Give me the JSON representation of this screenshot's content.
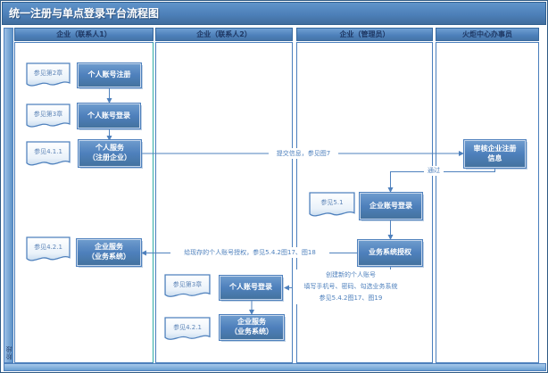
{
  "title": "统一注册与单点登录平台流程图",
  "phase": {
    "label": "阶段"
  },
  "lanes": [
    {
      "label": "企业（联系人1）"
    },
    {
      "label": "企业（联系人2）"
    },
    {
      "label": "企业（管理员）"
    },
    {
      "label": "火炬中心办事员"
    }
  ],
  "nodes": {
    "l1_doc_ch2": "参见第2章",
    "l1_box_register": "个人账号注册",
    "l1_doc_ch3": "参见第3章",
    "l1_box_login": "个人账号登录",
    "l1_doc_411": "参见4.1.1",
    "l1_box_personal_service": "个人服务\n（注册企业）",
    "l1_doc_421": "参见4.2.1",
    "l1_box_enterprise_service": "企业服务\n（业务系统）",
    "l2_doc_ch3": "参见第3章",
    "l2_box_login": "个人账号登录",
    "l2_doc_421": "参见4.2.1",
    "l2_box_enterprise_service": "企业服务\n（业务系统）",
    "l3_doc_51": "参见5.1",
    "l3_box_account_login": "企业账号登录",
    "l3_box_authorize": "业务系统授权",
    "l4_box_review": "审核企业注册\n信息"
  },
  "edge_labels": {
    "submit": "提交信息，参见图7",
    "pass": "通过",
    "authorize_existing": "给现存的个人账号授权，参见5.4.2图17、图18",
    "create_account": "创建新的个人账号\n填写手机号、密码、勾选业务系统\n参见5.4.2图17、图19"
  },
  "colors": {
    "titlebar": "#4f81bd",
    "header_text": "#1f3864",
    "box_fill": "#4e80bc",
    "box_text": "#ffffff",
    "doc_text": "#5f86b8",
    "connector": "#4f81bd",
    "lane1_accent_border": "#2fada5",
    "strip_fill": "#79aede"
  }
}
